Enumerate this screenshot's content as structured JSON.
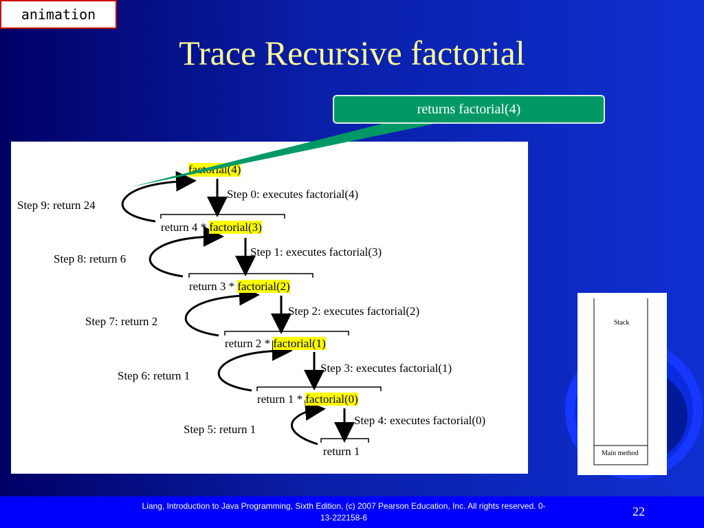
{
  "animation_tag": "animation",
  "title": "Trace Recursive factorial",
  "callout": "returns factorial(4)",
  "diagram": {
    "call_top": "factorial(4)",
    "levels": [
      {
        "prefix": "return 4 * ",
        "call": "factorial(3)"
      },
      {
        "prefix": "return 3 * ",
        "call": "factorial(2)"
      },
      {
        "prefix": "return 2 * ",
        "call": "factorial(1)"
      },
      {
        "prefix": "return 1 * ",
        "call": "factorial(0)"
      }
    ],
    "base": "return 1",
    "execute_steps": [
      "Step 0: executes factorial(4)",
      "Step 1: executes factorial(3)",
      "Step 2: executes factorial(2)",
      "Step 3: executes factorial(1)",
      "Step 4: executes factorial(0)"
    ],
    "return_steps": [
      "Step 9: return 24",
      "Step 8: return 6",
      "Step 7: return 2",
      "Step 6: return 1",
      "Step 5: return 1"
    ]
  },
  "stack": {
    "label": "Stack",
    "entries": [
      "Main method"
    ]
  },
  "footer": {
    "citation": "Liang, Introduction to Java Programming, Sixth Edition, (c) 2007 Pearson Education, Inc. All rights reserved. 0-13-222158-6",
    "page": "22"
  },
  "colors": {
    "title": "#ffff99",
    "highlight": "#ffff00",
    "callout": "#009966",
    "footer": "#0000ff"
  }
}
